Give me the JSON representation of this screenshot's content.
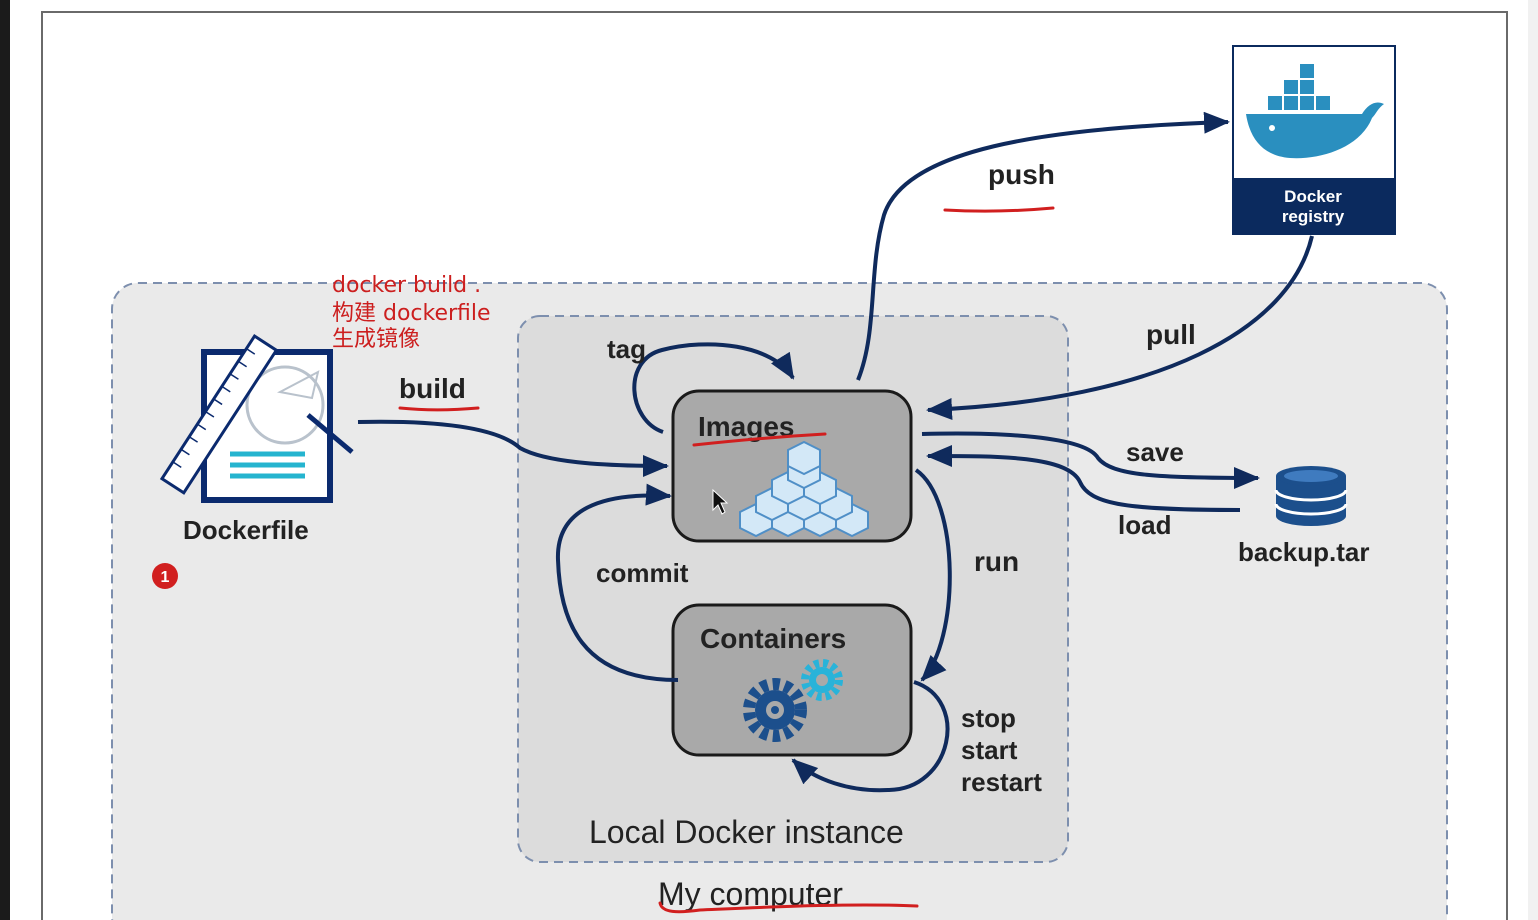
{
  "diagram": {
    "my_computer_label": "My computer",
    "local_docker_label": "Local Docker instance",
    "dockerfile_label": "Dockerfile",
    "images_label": "Images",
    "containers_label": "Containers",
    "registry_label_line1": "Docker",
    "registry_label_line2": "registry",
    "backup_label": "backup.tar",
    "edges": {
      "build": "build",
      "tag": "tag",
      "push": "push",
      "pull": "pull",
      "save": "save",
      "load": "load",
      "run": "run",
      "commit": "commit",
      "stop": "stop",
      "start": "start",
      "restart": "restart"
    }
  },
  "annotations": {
    "note_line1": "docker build .",
    "note_line2": "构建 dockerfile",
    "note_line3": "生成镜像",
    "step_badge": "1"
  },
  "colors": {
    "arrow": "#0f2a5c",
    "annotation": "#d11f1f",
    "registry_bar": "#0b2a5e",
    "whale": "#2a8fbf",
    "gear_dark": "#1c4f8c",
    "gear_light": "#29b3d9"
  }
}
